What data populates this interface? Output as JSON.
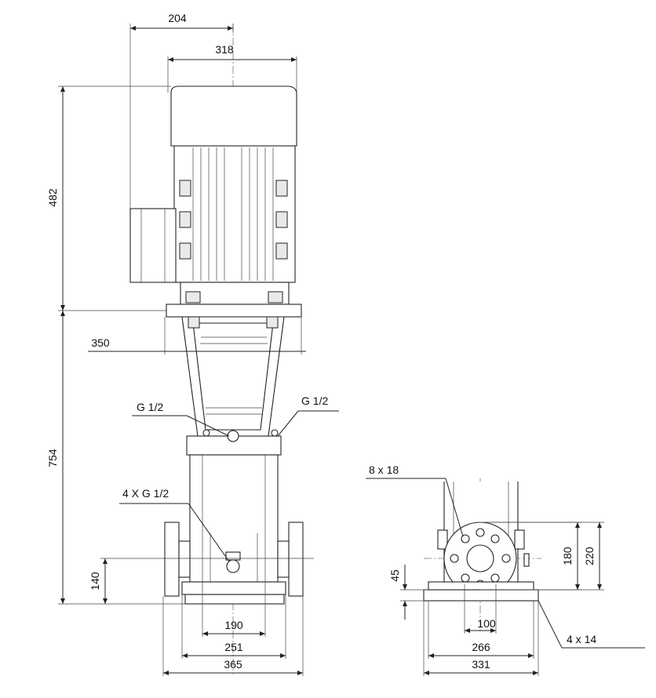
{
  "dimensions": {
    "top_offset": "204",
    "motor_width": "318",
    "motor_height": "482",
    "bracket_width": "350",
    "pump_height": "754",
    "port_height": "140",
    "base_inner": "190",
    "base_mid": "251",
    "base_outer": "365",
    "side_base_inner": "266",
    "side_base_outer": "331",
    "foot_thickness": "45",
    "bolt_circle": "180",
    "flange_dia": "220",
    "flange_pitch": "100"
  },
  "callouts": {
    "vent_left": "G 1/2",
    "vent_right": "G 1/2",
    "drain_ports": "4 X G 1/2",
    "flange_holes": "8 x 18",
    "foot_holes": "4 x 14"
  }
}
